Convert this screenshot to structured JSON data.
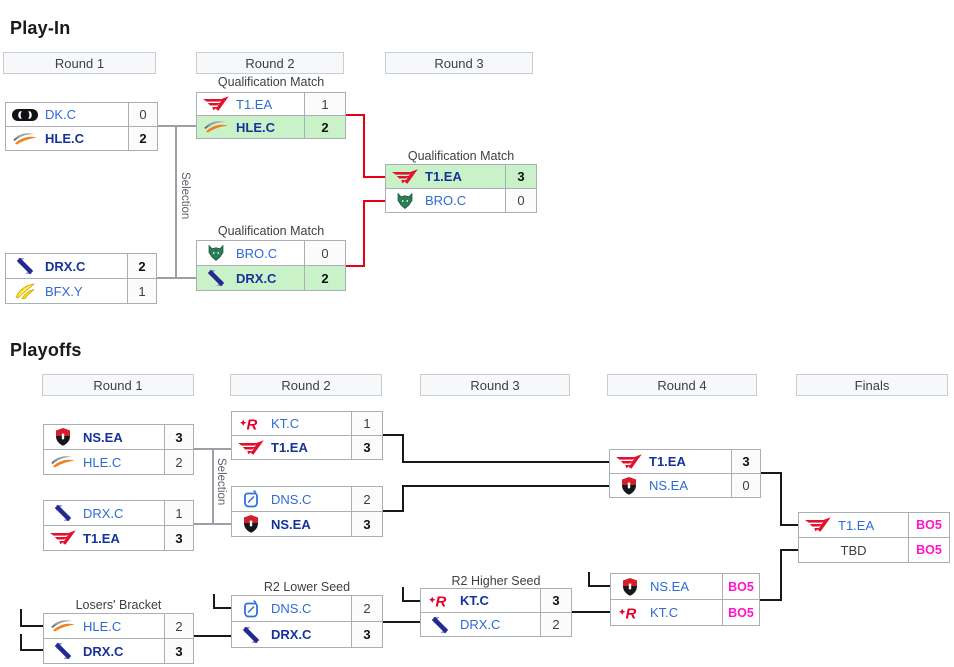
{
  "playin": {
    "title": "Play-In",
    "round_headers": [
      "Round 1",
      "Round 2",
      "Round 3"
    ],
    "selection_label": "Selection",
    "matches": [
      {
        "teams": [
          {
            "name": "DK.C",
            "logo": "dk-logo",
            "score": "0"
          },
          {
            "name": "HLE.C",
            "logo": "hle-swoosh-logo",
            "score": "2",
            "winner": true
          }
        ]
      },
      {
        "teams": [
          {
            "name": "DRX.C",
            "logo": "drx-logo",
            "score": "2",
            "winner": true
          },
          {
            "name": "BFX.Y",
            "logo": "bfx-feather-logo",
            "score": "1"
          }
        ]
      },
      {
        "label": "Qualification Match",
        "teams": [
          {
            "name": "T1.EA",
            "logo": "t1-wings-logo",
            "score": "1"
          },
          {
            "name": "HLE.C",
            "logo": "hle-swoosh-logo",
            "score": "2",
            "winner": true,
            "highlight": true
          }
        ]
      },
      {
        "label": "Qualification Match",
        "teams": [
          {
            "name": "BRO.C",
            "logo": "bro-fox-logo",
            "score": "0"
          },
          {
            "name": "DRX.C",
            "logo": "drx-logo",
            "score": "2",
            "winner": true,
            "highlight": true
          }
        ]
      },
      {
        "label": "Qualification Match",
        "teams": [
          {
            "name": "T1.EA",
            "logo": "t1-wings-logo",
            "score": "3",
            "winner": true,
            "highlight": true
          },
          {
            "name": "BRO.C",
            "logo": "bro-fox-logo",
            "score": "0"
          }
        ]
      }
    ]
  },
  "playoffs": {
    "title": "Playoffs",
    "round_headers": [
      "Round 1",
      "Round 2",
      "Round 3",
      "Round 4",
      "Finals"
    ],
    "selection_label": "Selection",
    "matches": [
      {
        "teams": [
          {
            "name": "NS.EA",
            "logo": "ns-shield-logo",
            "score": "3",
            "winner": true
          },
          {
            "name": "HLE.C",
            "logo": "hle-swoosh-logo",
            "score": "2"
          }
        ]
      },
      {
        "teams": [
          {
            "name": "DRX.C",
            "logo": "drx-logo",
            "score": "1"
          },
          {
            "name": "T1.EA",
            "logo": "t1-wings-logo",
            "score": "3",
            "winner": true
          }
        ]
      },
      {
        "teams": [
          {
            "name": "KT.C",
            "logo": "kt-r-logo",
            "score": "1"
          },
          {
            "name": "T1.EA",
            "logo": "t1-wings-logo",
            "score": "3",
            "winner": true
          }
        ]
      },
      {
        "teams": [
          {
            "name": "DNS.C",
            "logo": "dns-can-logo",
            "score": "2"
          },
          {
            "name": "NS.EA",
            "logo": "ns-shield-logo",
            "score": "3",
            "winner": true
          }
        ]
      },
      {
        "teams": [
          {
            "name": "T1.EA",
            "logo": "t1-wings-logo",
            "score": "3",
            "winner": true
          },
          {
            "name": "NS.EA",
            "logo": "ns-shield-logo",
            "score": "0"
          }
        ]
      },
      {
        "teams": [
          {
            "name": "NS.EA",
            "logo": "ns-shield-logo",
            "score": "BO5",
            "bo5": true
          },
          {
            "name": "KT.C",
            "logo": "kt-r-logo",
            "score": "BO5",
            "bo5": true
          }
        ]
      },
      {
        "teams": [
          {
            "name": "T1.EA",
            "logo": "t1-wings-logo",
            "score": "BO5",
            "bo5": true
          },
          {
            "name": "TBD",
            "score": "BO5",
            "bo5": true,
            "tbd": true
          }
        ]
      },
      {
        "label": "Losers' Bracket",
        "teams": [
          {
            "name": "HLE.C",
            "logo": "hle-swoosh-logo",
            "score": "2"
          },
          {
            "name": "DRX.C",
            "logo": "drx-logo",
            "score": "3",
            "winner": true
          }
        ]
      },
      {
        "label": "R2 Lower Seed",
        "teams": [
          {
            "name": "DNS.C",
            "logo": "dns-can-logo",
            "score": "2"
          },
          {
            "name": "DRX.C",
            "logo": "drx-logo",
            "score": "3",
            "winner": true
          }
        ]
      },
      {
        "label": "R2 Higher Seed",
        "teams": [
          {
            "name": "KT.C",
            "logo": "kt-r-logo",
            "score": "3",
            "winner": true
          },
          {
            "name": "DRX.C",
            "logo": "drx-logo",
            "score": "2"
          }
        ]
      }
    ]
  },
  "colors": {
    "winner_highlight": "#c9f2c9",
    "bo5_text": "#ff14cc",
    "advance_line": "#e60012",
    "bracket_line": "#17191c",
    "selection_line": "#9aa0a6"
  }
}
